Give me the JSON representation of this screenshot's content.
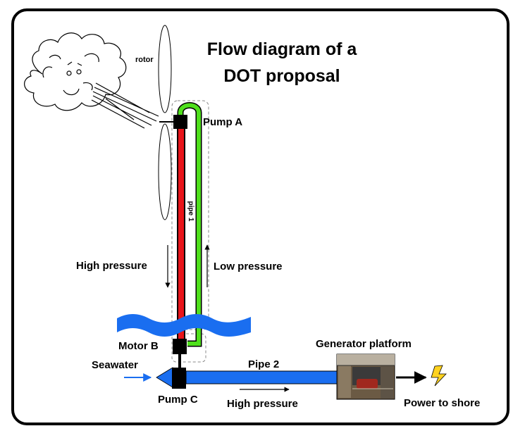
{
  "title": {
    "line1": "Flow diagram of a",
    "line2": "DOT proposal"
  },
  "labels": {
    "rotor": "rotor",
    "pump_a": "Pump A",
    "pipe1": "pipe 1",
    "high_pressure_left": "High pressure",
    "low_pressure": "Low pressure",
    "motor_b": "Motor B",
    "seawater": "Seawater",
    "pipe2": "Pipe 2",
    "pump_c": "Pump C",
    "high_pressure_bottom": "High pressure",
    "generator_platform": "Generator platform",
    "power_to_shore": "Power to shore"
  },
  "colors": {
    "high_pressure_pipe": "#e8141a",
    "low_pressure_pipe": "#4fe01c",
    "pipe2": "#1a6ef0",
    "water": "#1a6ef0",
    "lightning": "#ffd21f",
    "frame": "#000000"
  }
}
